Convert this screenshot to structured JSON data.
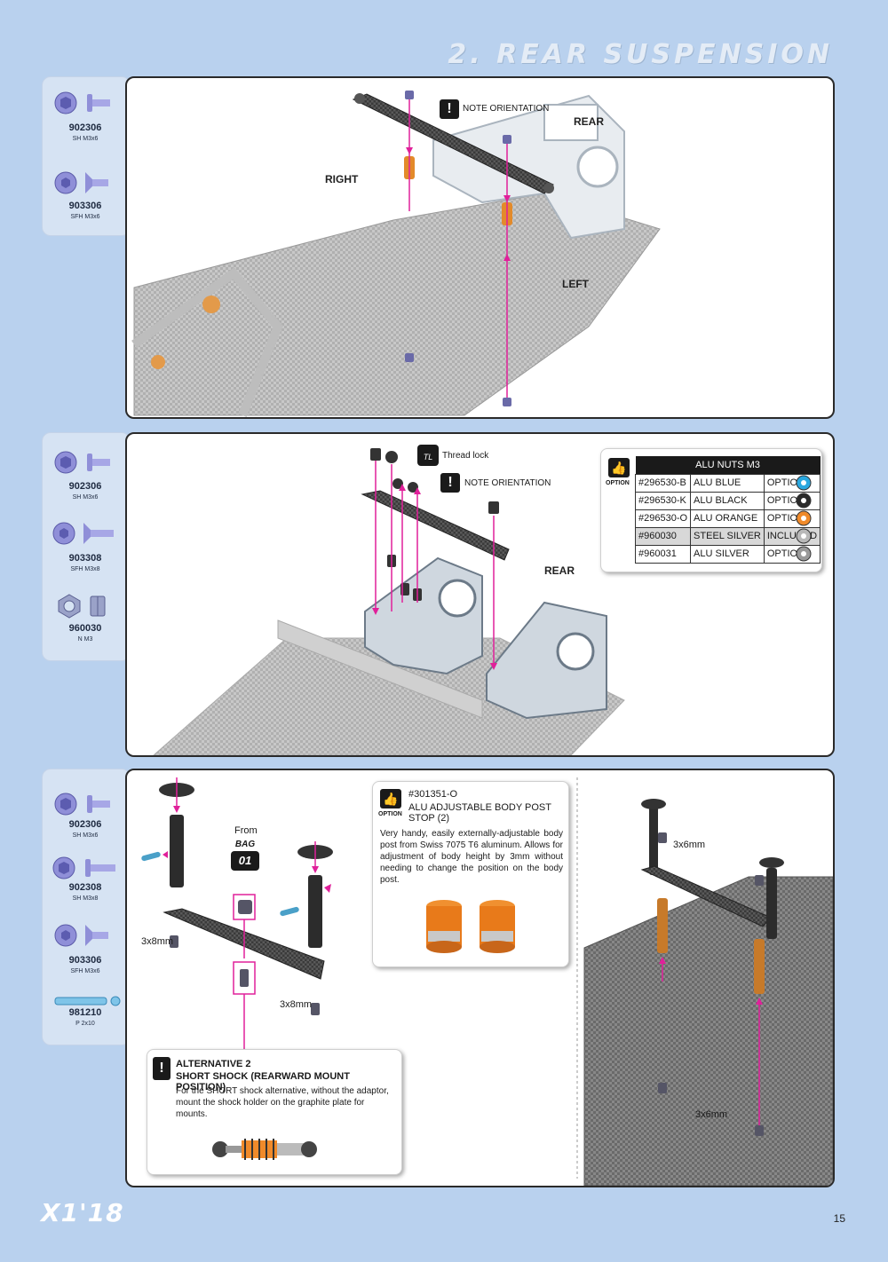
{
  "header": {
    "title": "2. REAR SUSPENSION"
  },
  "step1": {
    "parts": [
      {
        "code": "902306",
        "desc": "SH M3x6"
      },
      {
        "code": "903306",
        "desc": "SFH M3x6"
      }
    ],
    "note": "NOTE ORIENTATION",
    "rear": "REAR",
    "right": "RIGHT",
    "left": "LEFT"
  },
  "step2": {
    "parts": [
      {
        "code": "902306",
        "desc": "SH M3x6"
      },
      {
        "code": "903308",
        "desc": "SFH M3x8"
      },
      {
        "code": "960030",
        "desc": "N M3"
      }
    ],
    "thread_lock": "Thread lock",
    "note": "NOTE ORIENTATION",
    "rear": "REAR",
    "option_label": "OPTION",
    "option_table": {
      "title": "ALU NUTS M3",
      "rows": [
        {
          "code": "#296530-B",
          "name": "ALU BLUE",
          "status": "OPTION",
          "color": "#2aa8e0"
        },
        {
          "code": "#296530-K",
          "name": "ALU BLACK",
          "status": "OPTION",
          "color": "#2a2a2a"
        },
        {
          "code": "#296530-O",
          "name": "ALU ORANGE",
          "status": "OPTION",
          "color": "#f08a2a"
        },
        {
          "code": "#960030",
          "name": "STEEL SILVER",
          "status": "INCLUDED",
          "color": "#b8b8b8"
        },
        {
          "code": "#960031",
          "name": "ALU SILVER",
          "status": "OPTION",
          "color": "#9a9a9a"
        }
      ]
    }
  },
  "step3": {
    "parts": [
      {
        "code": "902306",
        "desc": "SH M3x6"
      },
      {
        "code": "902308",
        "desc": "SH M3x8"
      },
      {
        "code": "903306",
        "desc": "SFH M3x6"
      },
      {
        "code": "981210",
        "desc": "P 2x10"
      }
    ],
    "from": "From",
    "bag": "BAG",
    "bag_num": "01",
    "screw_a": "3x8mm",
    "screw_b": "3x8mm",
    "screw_c": "3x6mm",
    "screw_d": "3x6mm",
    "option_card": {
      "label": "OPTION",
      "code": "#301351-O",
      "title": "ALU ADJUSTABLE BODY POST STOP (2)",
      "text": "Very handy, easily externally-adjustable body post from Swiss 7075 T6 aluminum. Allows for adjustment of body height by 3mm without needing to change the position on the body post."
    },
    "alt_card": {
      "title": "ALTERNATIVE 2",
      "subtitle": "SHORT SHOCK (REARWARD MOUNT POSITION)",
      "text": "For the SHORT shock alternative, without the adaptor, mount the shock holder on the graphite plate for mounts."
    }
  },
  "footer": {
    "logo": "X1'18",
    "page": "15"
  }
}
